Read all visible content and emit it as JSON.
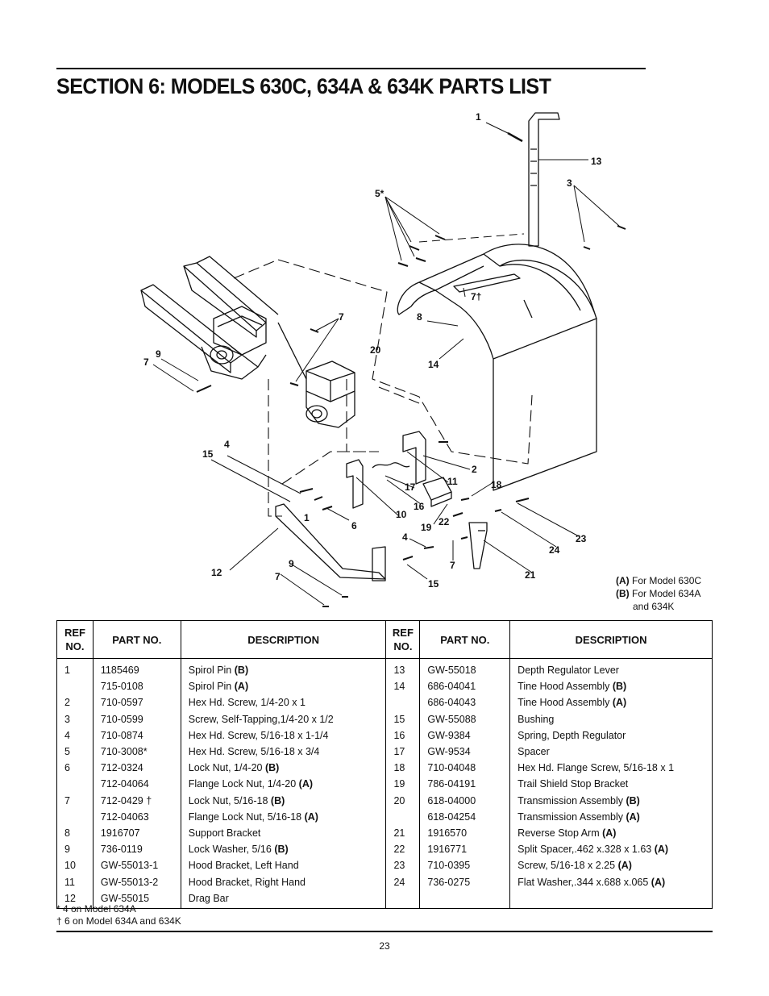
{
  "title": "SECTION 6:  MODELS 630C, 634A & 634K PARTS LIST",
  "callouts": {
    "c1a": "1",
    "c13": "13",
    "c3": "3",
    "c5": "5*",
    "c7a": "7",
    "c7dag": "7†",
    "c8": "8",
    "c20": "20",
    "c14": "14",
    "c9a": "9",
    "c7b": "7",
    "c4a": "4",
    "c15a": "15",
    "c2": "2",
    "c11": "11",
    "c18": "18",
    "c17": "17",
    "c16": "16",
    "c10": "10",
    "c1b": "1",
    "c6": "6",
    "c19": "19",
    "c22": "22",
    "c4b": "4",
    "c7c": "7",
    "c23": "23",
    "c24": "24",
    "c21": "21",
    "c12": "12",
    "c9b": "9",
    "c7d": "7",
    "c15b": "15"
  },
  "legend": {
    "a_tag": "(A)",
    "a_text": " For Model 630C",
    "b_tag": "(B)",
    "b_text": " For Model 634A",
    "b_text2": "and 634K"
  },
  "table": {
    "headers": {
      "ref": "REF NO.",
      "part": "PART NO.",
      "desc": "DESCRIPTION",
      "ref2": "REF NO.",
      "part2": "PART NO.",
      "desc2": "DESCRIPTION"
    },
    "rows": [
      {
        "ref": "1",
        "part": "1185469",
        "desc": "Spirol Pin ",
        "tag": "(B)",
        "ref2": "13",
        "part2": "GW-55018",
        "desc2": "Depth Regulator Lever",
        "tag2": ""
      },
      {
        "ref": "",
        "part": "715-0108",
        "desc": "Spirol Pin ",
        "tag": "(A)",
        "ref2": "14",
        "part2": "686-04041",
        "desc2": "Tine Hood Assembly ",
        "tag2": "(B)"
      },
      {
        "ref": "2",
        "part": "710-0597",
        "desc": "Hex Hd. Screw, 1/4-20 x 1",
        "tag": "",
        "ref2": "",
        "part2": "686-04043",
        "desc2": "Tine Hood Assembly ",
        "tag2": "(A)"
      },
      {
        "ref": "3",
        "part": "710-0599",
        "desc": "Screw, Self-Tapping,1/4-20 x 1/2",
        "tag": "",
        "ref2": "15",
        "part2": "GW-55088",
        "desc2": "Bushing",
        "tag2": ""
      },
      {
        "ref": "4",
        "part": "710-0874",
        "desc": "Hex Hd. Screw, 5/16-18 x 1-1/4",
        "tag": "",
        "ref2": "16",
        "part2": "GW-9384",
        "desc2": "Spring, Depth Regulator",
        "tag2": ""
      },
      {
        "ref": "5",
        "part": "710-3008*",
        "desc": "Hex Hd. Screw, 5/16-18 x 3/4",
        "tag": "",
        "ref2": "17",
        "part2": "GW-9534",
        "desc2": "Spacer",
        "tag2": ""
      },
      {
        "ref": "6",
        "part": "712-0324",
        "desc": "Lock Nut, 1/4-20 ",
        "tag": "(B)",
        "ref2": "18",
        "part2": "710-04048",
        "desc2": "Hex Hd. Flange Screw, 5/16-18 x 1",
        "tag2": ""
      },
      {
        "ref": "",
        "part": "712-04064",
        "desc": "Flange Lock Nut, 1/4-20 ",
        "tag": "(A)",
        "ref2": "19",
        "part2": "786-04191",
        "desc2": "Trail Shield Stop Bracket",
        "tag2": ""
      },
      {
        "ref": "7",
        "part": "712-0429 †",
        "desc": "Lock Nut, 5/16-18 ",
        "tag": "(B)",
        "ref2": "20",
        "part2": "618-04000",
        "desc2": "Transmission Assembly ",
        "tag2": "(B)"
      },
      {
        "ref": "",
        "part": "712-04063",
        "desc": "Flange Lock Nut, 5/16-18 ",
        "tag": "(A)",
        "ref2": "",
        "part2": "618-04254",
        "desc2": "Transmission Assembly ",
        "tag2": "(A)"
      },
      {
        "ref": "8",
        "part": "1916707",
        "desc": "Support Bracket",
        "tag": "",
        "ref2": "21",
        "part2": "1916570",
        "desc2": "Reverse Stop Arm ",
        "tag2": "(A)"
      },
      {
        "ref": "9",
        "part": "736-0119",
        "desc": "Lock Washer, 5/16 ",
        "tag": "(B)",
        "ref2": "22",
        "part2": "1916771",
        "desc2": "Split Spacer,.462 x.328 x 1.63 ",
        "tag2": "(A)"
      },
      {
        "ref": "10",
        "part": "GW-55013-1",
        "desc": "Hood Bracket, Left Hand",
        "tag": "",
        "ref2": "23",
        "part2": "710-0395",
        "desc2": "Screw, 5/16-18 x 2.25 ",
        "tag2": "(A)"
      },
      {
        "ref": "11",
        "part": "GW-55013-2",
        "desc": "Hood Bracket, Right Hand",
        "tag": "",
        "ref2": "24",
        "part2": "736-0275",
        "desc2": "Flat Washer,.344 x.688 x.065 ",
        "tag2": "(A)"
      },
      {
        "ref": "12",
        "part": "GW-55015",
        "desc": "Drag Bar",
        "tag": "",
        "ref2": "",
        "part2": "",
        "desc2": "",
        "tag2": ""
      }
    ]
  },
  "notes": {
    "n1": "* 4 on Model 634A",
    "n2": "† 6 on Model 634A and 634K"
  },
  "page_number": "23"
}
